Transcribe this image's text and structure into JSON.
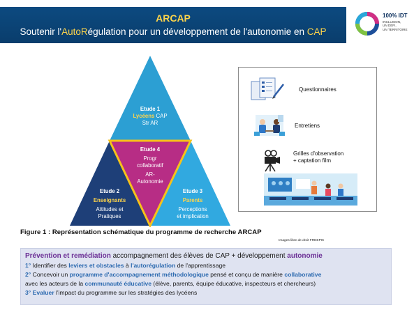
{
  "header": {
    "title": "ARCAP",
    "subtitle_parts": [
      "Soutenir l'",
      "Auto",
      "R",
      "égulation pour un développement de l'autonomie en ",
      "CAP"
    ]
  },
  "logo": {
    "badge": "100% IDT",
    "sub_lines": [
      "INCLUSION,",
      "UN DÉFI,",
      "UN TERRITOIRE"
    ]
  },
  "pyramid": {
    "etude1": {
      "title": "Etude 1",
      "highlight": "Lycéens",
      "rest": " CAP",
      "line3": "Str AR"
    },
    "etude4": {
      "title": "Etude 4",
      "lines": [
        "Progr",
        "collaboratif",
        "AR-",
        "Autonomie"
      ]
    },
    "etude2": {
      "title": "Etude 2",
      "highlight": "Enseignants",
      "lines": [
        "Attitudes et",
        "Pratiques"
      ]
    },
    "etude3": {
      "title": "Etude 3",
      "highlight": "Parents",
      "lines": [
        "Perceptions",
        "et implication"
      ]
    },
    "colors": {
      "top": "#2c9fd3",
      "left": "#1e3f78",
      "right": "#31a9e0",
      "center": "#b72d85",
      "border": "#f6c21a"
    }
  },
  "methods": {
    "questionnaires": "Questionnaires",
    "entretiens": "Entretiens",
    "grilles_line1": "Grilles d'observation",
    "grilles_line2": "+ captation film"
  },
  "figure_caption": "Figure 1 : Représentation schématique du programme de recherche ARCAP",
  "credit": "Images libre de droit FREEPIK",
  "summary": {
    "line1": {
      "a": "Prévention et remédiation",
      "b": " accompagnement des élèves de CAP + développement ",
      "c": "autonomie"
    },
    "line2": {
      "num": "1°",
      "a": " Identifier des ",
      "b": "leviers et obstacles",
      "c": " à ",
      "d": "l'autorégulation",
      "e": " de l'apprentissage"
    },
    "line3": {
      "num": "2°",
      "a": " Concevoir un ",
      "b": "programme d'accompagnement méthodologique",
      "c": " pensé et conçu de manière ",
      "d": "collaborative"
    },
    "line4": {
      "a": "avec les acteurs de la ",
      "b": "communauté éducative",
      "c": " (élève, parents, équipe éducative, inspecteurs et chercheurs)"
    },
    "line5": {
      "num": "3°",
      "a": " Evaluer",
      "b": " l'impact du programme sur les stratégies des lycéens"
    }
  }
}
